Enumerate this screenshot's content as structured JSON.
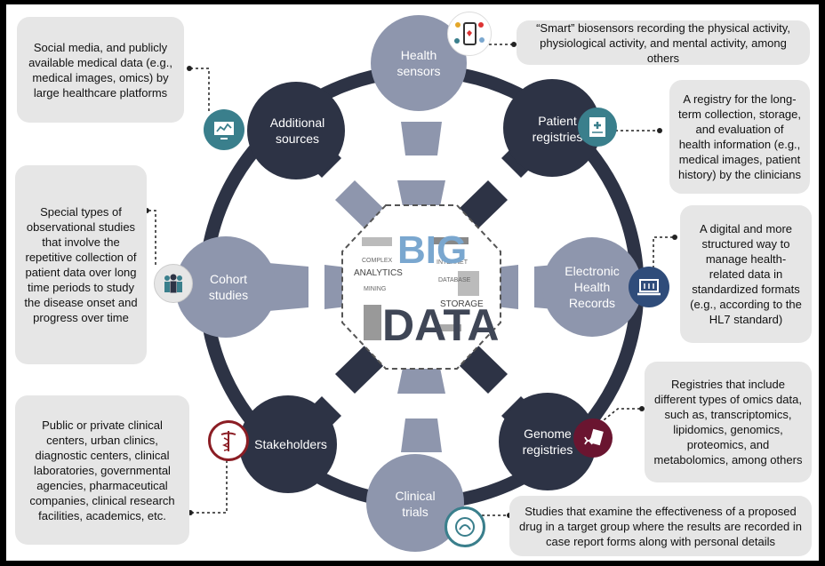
{
  "center": {
    "word1": "BIG",
    "word2": "DATA",
    "cloud_words": [
      "ANALYTICS",
      "STORAGE",
      "COMPLEX",
      "INTERNET",
      "DATABASE",
      "MINING"
    ]
  },
  "nodes": {
    "health_sensors": "Health\nsensors",
    "patient_registries": "Patient\nregistries",
    "ehr": "Electronic\nHealth\nRecords",
    "genome_registries": "Genome\nregistries",
    "clinical_trials": "Clinical\ntrials",
    "stakeholders": "Stakeholders",
    "cohort_studies": "Cohort\nstudies",
    "additional_sources": "Additional\nsources"
  },
  "descriptions": {
    "health_sensors": "“Smart” biosensors recording the physical activity, physiological activity, and mental activity, among others",
    "patient_registries": "A registry for the long-term collection, storage, and evaluation of health information (e.g., medical images, patient history) by the clinicians",
    "ehr": "A digital and more structured way to manage health-related data in standardized formats (e.g., according to the HL7 standard)",
    "genome_registries": "Registries that include different types of omics data, such as, transcriptomics, lipidomics, genomics, proteomics, and metabolomics, among others",
    "clinical_trials": "Studies that examine the effectiveness of a proposed drug in a target group where the results are recorded in case report forms along with personal details",
    "stakeholders": "Public or private clinical centers, urban clinics, diagnostic centers, clinical laboratories, governmental agencies, pharmaceutical companies, clinical research facilities, academics, etc.",
    "cohort_studies": "Special types of observational studies that involve the repetitive collection of patient data over long time periods to study the disease onset and progress over time",
    "additional_sources": "Social media, and publicly available medical data (e.g., medical images, omics) by large healthcare platforms"
  },
  "colors": {
    "dark": "#2d3345",
    "light": "#8e96ad",
    "box": "#e6e6e6",
    "ring": "#2d3345",
    "stakeholder_icon": "#8b1d24",
    "genome_icon": "#6a1530",
    "teal_icon": "#3a7f8c"
  },
  "icons": {
    "health_sensors": "smartphone-sensors-icon",
    "patient_registries": "medical-record-icon",
    "ehr": "laptop-records-icon",
    "genome_registries": "dna-document-icon",
    "clinical_trials": "trial-circle-icon",
    "stakeholders": "caduceus-icon",
    "cohort_studies": "people-group-icon",
    "additional_sources": "monitor-chart-icon"
  }
}
